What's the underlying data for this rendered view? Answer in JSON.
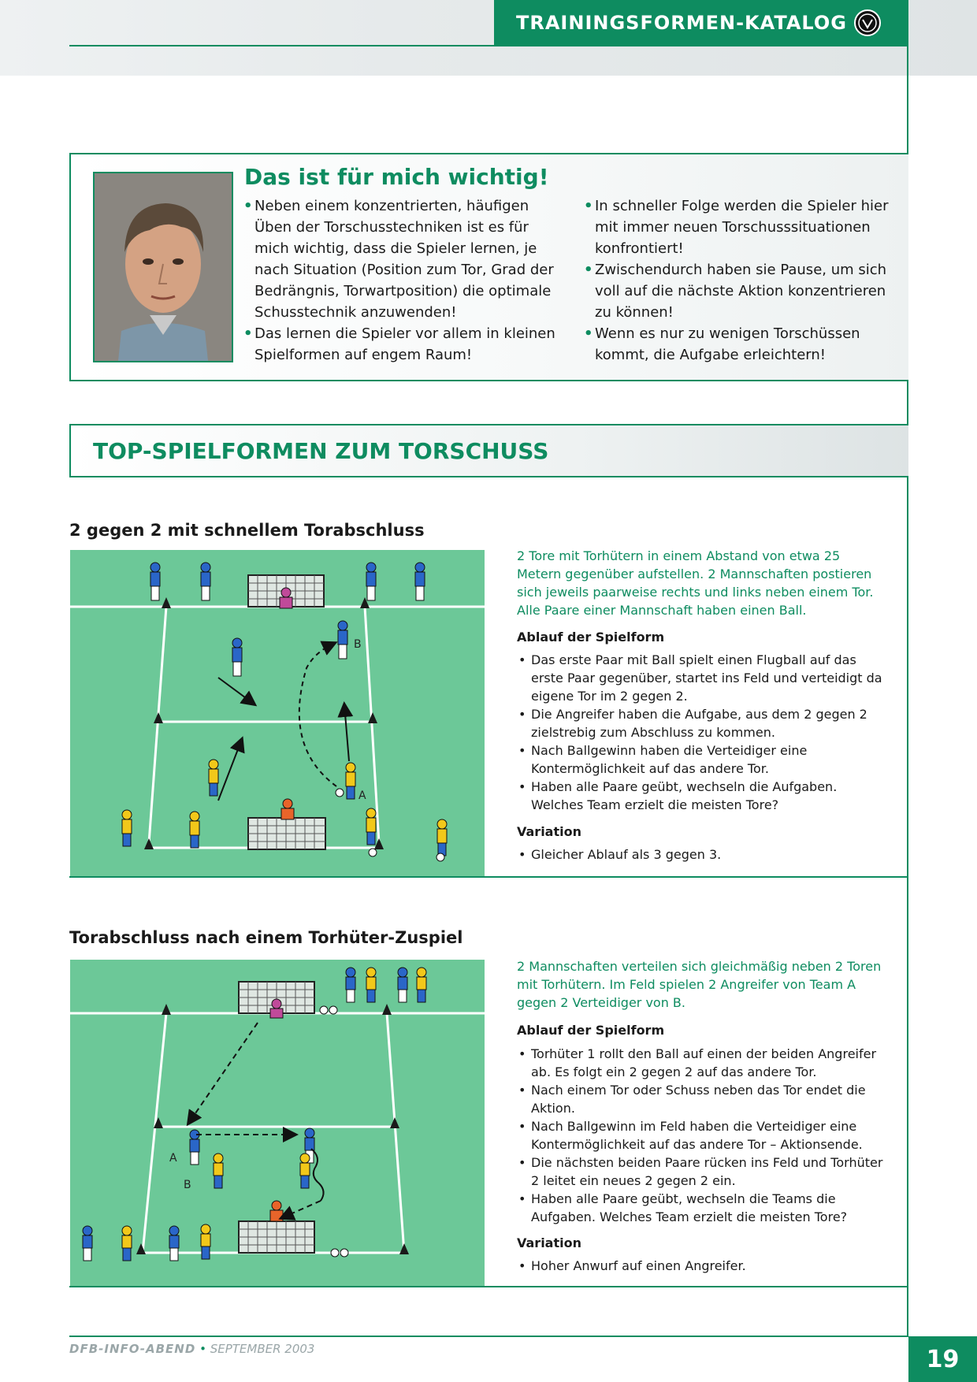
{
  "header": {
    "catalog_title": "TRAININGSFORMEN-KATALOG"
  },
  "coach": {
    "title": "Das ist für mich wichtig!",
    "left_points": [
      "Neben einem konzentrierten, häufigen Üben der Torschusstechniken ist es für mich wichtig, dass die Spieler lernen, je nach Situation (Position zum Tor, Grad der Bedrängnis, Torwartposition) die optimale Schusstechnik anzuwenden!",
      "Das lernen die Spieler vor allem in kleinen Spielformen auf engem Raum!"
    ],
    "right_points": [
      "In schneller Folge werden die Spieler hier mit immer neuen Torschusssituationen konfrontiert!",
      "Zwischendurch haben sie Pause, um sich voll auf die nächste Aktion konzentrieren zu können!",
      "Wenn es nur zu wenigen Torschüssen kommt, die Aufgabe erleichtern!"
    ]
  },
  "section": {
    "title": "TOP-SPIELFORMEN ZUM TORSCHUSS"
  },
  "drill1": {
    "title": "2 gegen 2 mit schnellem Torabschluss",
    "intro": "2 Tore mit Torhütern in einem Abstand von etwa 25 Metern gegenüber aufstellen. 2 Mannschaften postieren sich jeweils paarweise rechts und links neben einem Tor. Alle Paare einer Mannschaft haben einen Ball.",
    "ablauf_heading": "Ablauf der Spielform",
    "ablauf": [
      "Das erste Paar mit Ball spielt einen Flugball auf das erste Paar gegenüber, startet ins Feld und verteidigt da eigene Tor im 2 gegen 2.",
      "Die Angreifer haben die Aufgabe, aus dem 2 gegen 2 zielstrebig zum Abschluss zu kommen.",
      "Nach Ballgewinn haben die Verteidiger eine Kontermöglichkeit auf das andere Tor.",
      "Haben alle Paare geübt, wechseln die Aufgaben. Welches Team erzielt die meisten Tore?"
    ],
    "variation_heading": "Variation",
    "variation": [
      "Gleicher Ablauf als 3 gegen 3."
    ],
    "labels": {
      "a": "A",
      "b": "B"
    }
  },
  "drill2": {
    "title": "Torabschluss nach einem Torhüter-Zuspiel",
    "intro": "2 Mannschaften verteilen sich gleichmäßig neben 2 Toren mit Torhütern. Im Feld spielen 2 Angreifer von Team A gegen 2 Verteidiger von B.",
    "ablauf_heading": "Ablauf der Spielform",
    "ablauf": [
      "Torhüter 1 rollt den Ball auf einen der beiden Angreifer ab. Es folgt ein 2 gegen 2 auf das andere Tor.",
      "Nach einem Tor oder Schuss neben das Tor endet die Aktion.",
      "Nach Ballgewinn im Feld haben die Verteidiger eine Kontermöglichkeit auf das andere Tor – Aktionsende.",
      "Die nächsten beiden Paare rücken ins Feld und Torhüter 2 leitet ein neues 2 gegen 2 ein.",
      "Haben alle Paare geübt, wechseln die Teams die Aufgaben. Welches Team erzielt die meisten Tore?"
    ],
    "variation_heading": "Variation",
    "variation": [
      "Hoher Anwurf auf einen Angreifer."
    ],
    "labels": {
      "a": "A",
      "b": "B"
    }
  },
  "footer": {
    "publication": "DFB-INFO-ABEND",
    "separator": "•",
    "date": "SEPTEMBER 2003",
    "page": "19"
  },
  "colors": {
    "accent": "#0e8c60",
    "pitch": "#6cc898",
    "team_blue": "#2a66c8",
    "team_yellow": "#f2c81a"
  }
}
